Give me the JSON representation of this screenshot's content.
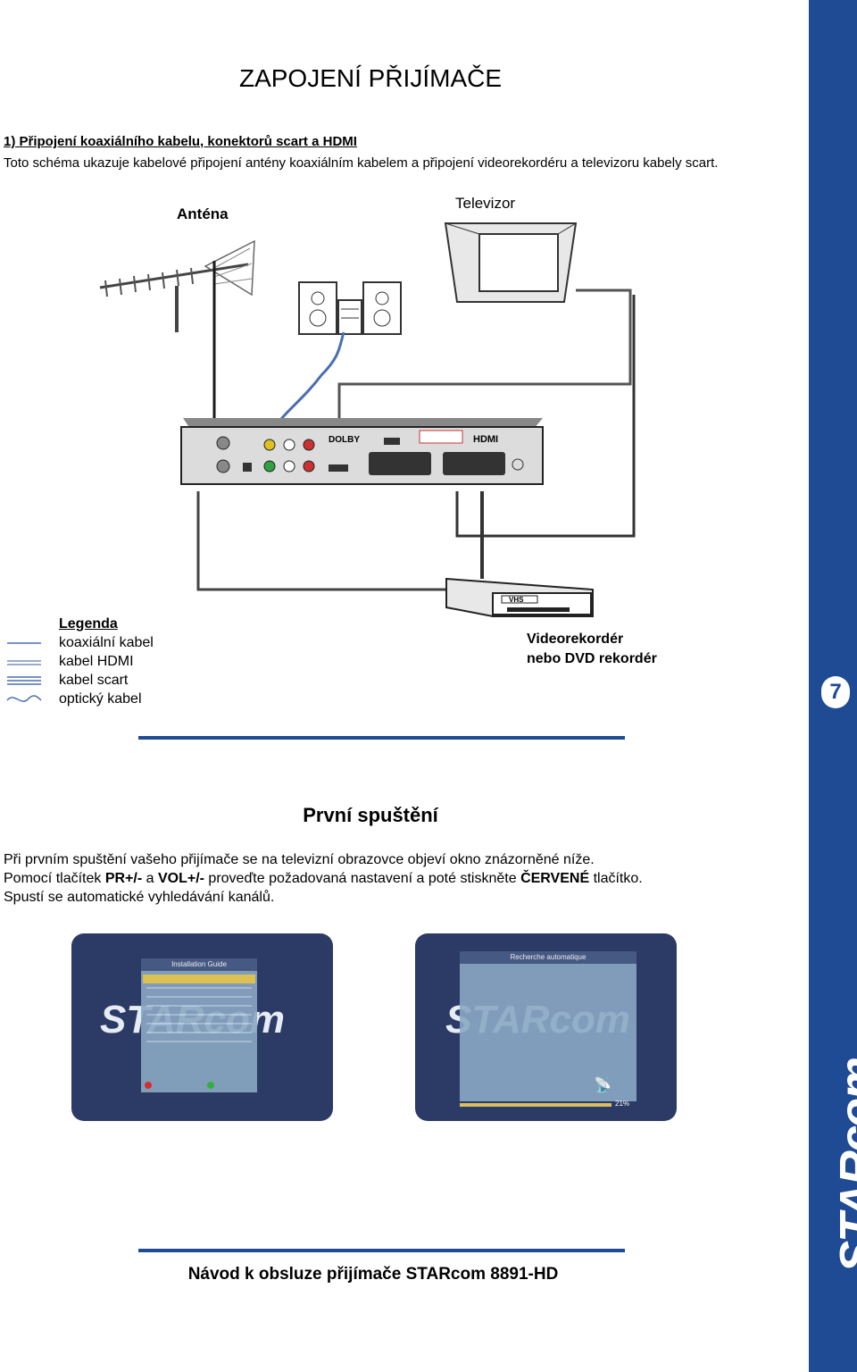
{
  "page": {
    "title": "ZAPOJENÍ PŘIJÍMAČE",
    "page_number": "7",
    "brand": "STARcom",
    "footer": "Návod k obsluze přijímače STARcom 8891-HD"
  },
  "connection": {
    "heading": "1) Připojení koaxiálního kabelu, konektorů scart a HDMI",
    "text": "Toto schéma ukazuje kabelové připojení antény koaxiálním kabelem a připojení videorekordéru a televizoru kabely scart.",
    "labels": {
      "antenna": "Anténa",
      "tv": "Televizor",
      "recorder_line1": "Videorekordér",
      "recorder_line2": "nebo DVD rekordér",
      "vhs": "VHS",
      "dolby": "DOLBY",
      "hdmi": "HDMI"
    },
    "legend": {
      "title": "Legenda",
      "items": [
        "koaxiální kabel",
        "kabel HDMI",
        "kabel scart",
        "optický kabel"
      ]
    }
  },
  "first_run": {
    "heading": "První spuštění",
    "line1": "Při prvním spuštění vašeho přijímače se na televizní obrazovce objeví okno znázorněné níže.",
    "line2_a": "Pomocí tlačítek ",
    "line2_b": "PR+/-",
    "line2_c": " a ",
    "line2_d": "VOL+/-",
    "line2_e": " proveďte požadovaná nastavení a poté stiskněte ",
    "line2_f": "ČERVENÉ",
    "line2_g": " tlačítko.",
    "line3": "Spustí se automatické vyhledávání kanálů.",
    "screens": {
      "left_title": "Installation Guide",
      "right_title": "Recherche automatique",
      "watermark": "STARcom",
      "progress": "21%"
    }
  },
  "colors": {
    "accent": "#1f4a94",
    "coax": "#4a6fb0"
  }
}
